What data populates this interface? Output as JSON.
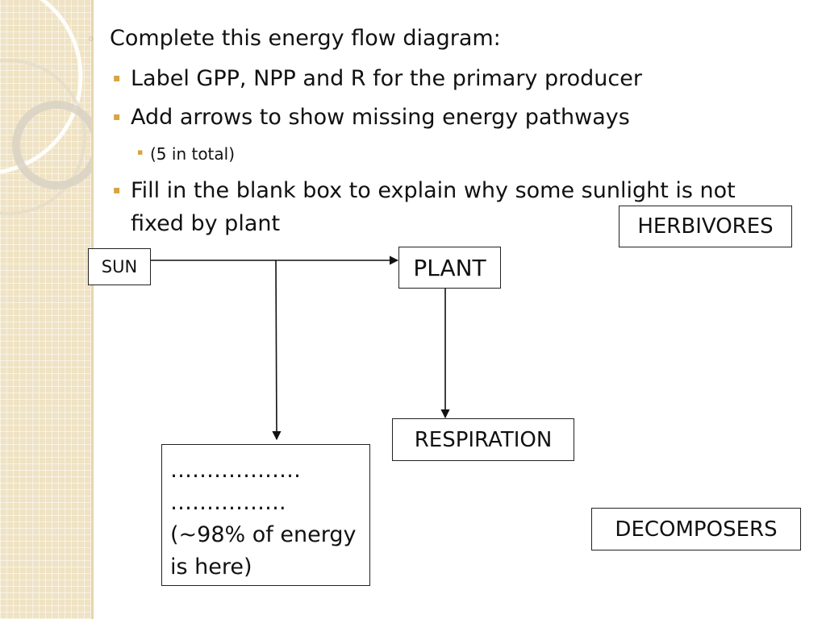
{
  "slide": {
    "bullets": [
      {
        "text": "Complete this energy flow diagram:",
        "level": 1,
        "marker": "circle"
      },
      {
        "text": "Label GPP, NPP and R for the primary producer",
        "level": 2,
        "marker": "square"
      },
      {
        "text": "Add arrows to show missing energy pathways",
        "level": 2,
        "marker": "square"
      },
      {
        "text": "(5 in total)",
        "level": 3,
        "marker": "square"
      },
      {
        "text": "Fill in the blank box to explain why some sunlight is not",
        "level": 2,
        "marker": "square"
      },
      {
        "text": "fixed by plant",
        "level": 2,
        "marker": "none"
      }
    ]
  },
  "diagram": {
    "nodes": {
      "sun": "SUN",
      "plant": "PLANT",
      "herbivores": "HERBIVORES",
      "respiration": "RESPIRATION",
      "decomposers": "DECOMPOSERS",
      "blank_line1": "………………",
      "blank_line2": "…………….",
      "blank_line3": "(~98% of energy",
      "blank_line4": "is here)"
    },
    "edges": [
      {
        "from": "SUN",
        "to": "PLANT"
      },
      {
        "from": "SUN",
        "to": "blank box"
      },
      {
        "from": "PLANT",
        "to": "RESPIRATION"
      }
    ]
  },
  "colors": {
    "sidebar_bg": "#efe3c4",
    "bullet_marker": "#d9a441",
    "text": "#111111",
    "box_border": "#222222"
  }
}
